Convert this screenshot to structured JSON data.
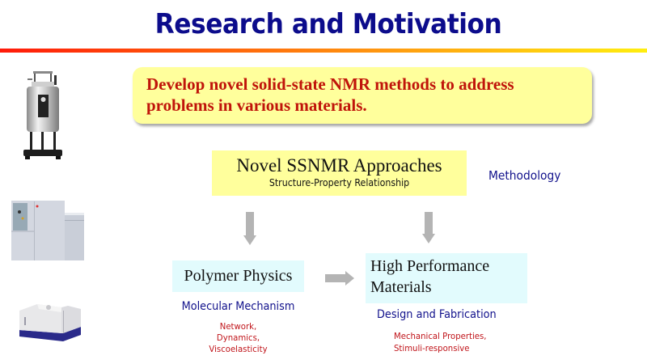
{
  "slide": {
    "title": "Research and Motivation",
    "colors": {
      "title": "#0c0c8c",
      "goal_text": "#c0140a",
      "goal_box": "#ffff9c",
      "approach_box": "#ffff9c",
      "topic_box": "#e2fbfd",
      "label_blue": "#12128c",
      "detail_red": "#c0141a",
      "arrow": "#b4b4b4",
      "bar_gradient": [
        "#ff1a0a",
        "#ffee10"
      ]
    }
  },
  "goal": {
    "line1": "Develop novel solid-state NMR methods to address",
    "line2": "problems in various materials."
  },
  "approach": {
    "title": "Novel SSNMR Approaches",
    "subtitle": "Structure-Property Relationship",
    "side_label": "Methodology"
  },
  "polymer_physics": {
    "title": "Polymer Physics",
    "label": "Molecular Mechanism",
    "details": [
      "Network,",
      "Dynamics,",
      "Viscoelasticity"
    ]
  },
  "high_performance": {
    "title_line1": "High Performance",
    "title_line2": "Materials",
    "label": "Design and Fabrication",
    "details": [
      "Mechanical Properties,",
      "Stimuli-responsive"
    ]
  },
  "images": [
    {
      "name": "nmr-magnet-image",
      "icon": "nmr-magnet"
    },
    {
      "name": "nmr-console-image",
      "icon": "nmr-console"
    },
    {
      "name": "benchtop-nmr-image",
      "icon": "benchtop-nmr"
    }
  ]
}
